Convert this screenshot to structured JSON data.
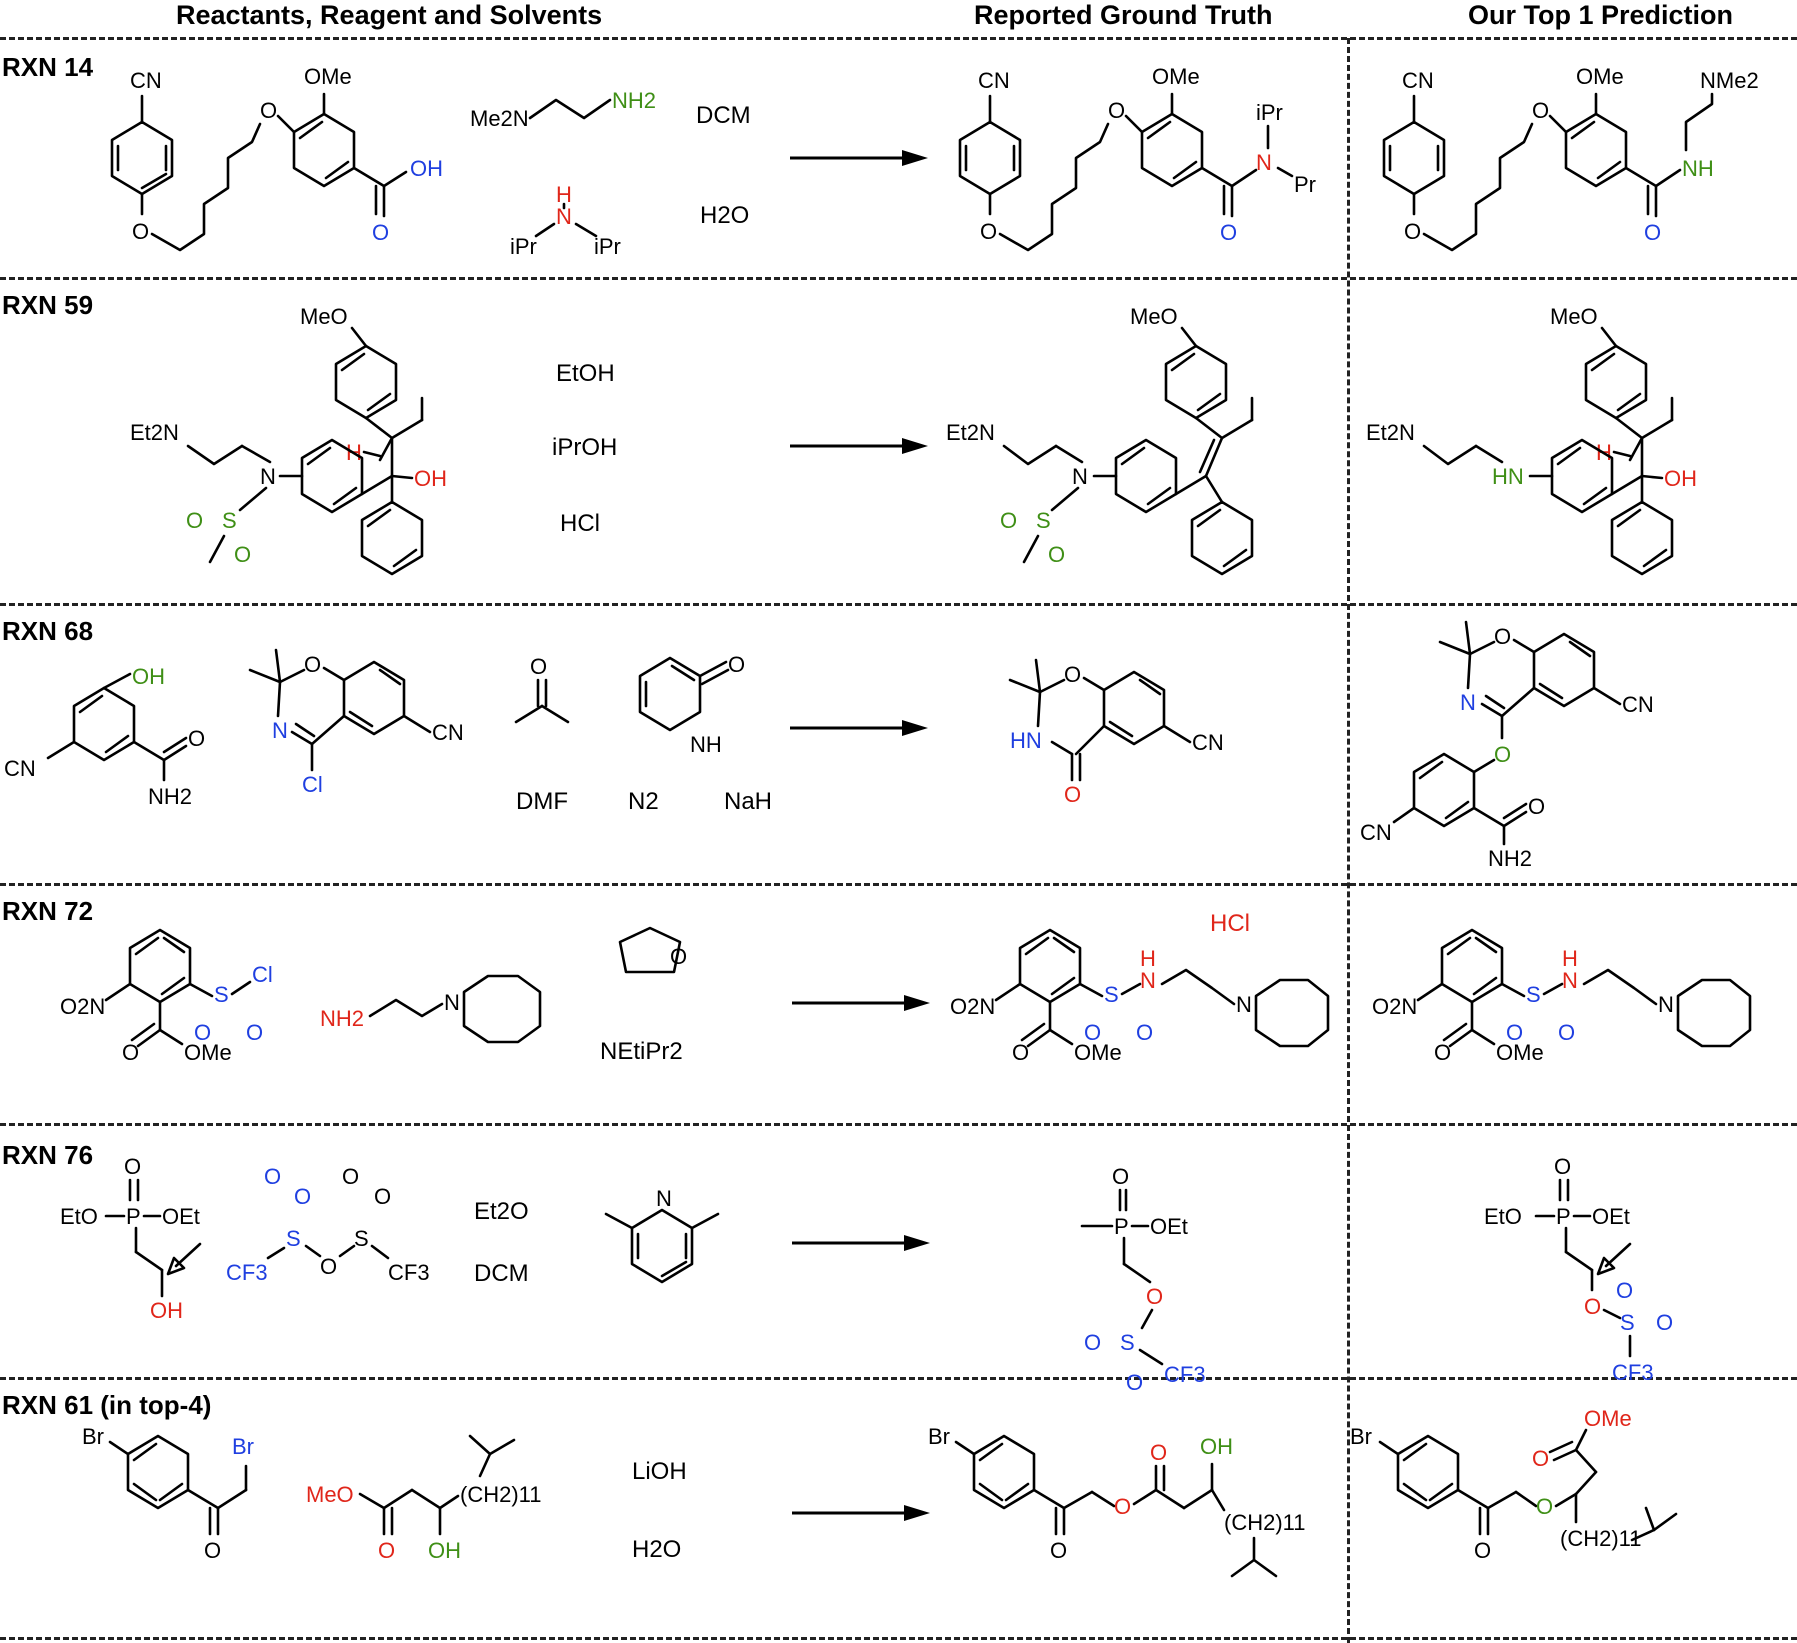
{
  "headers": {
    "reactants": "Reactants, Reagent and Solvents",
    "ground_truth": "Reported Ground Truth",
    "prediction": "Our Top 1 Prediction"
  },
  "rows": [
    {
      "label": "RXN 14",
      "reagents": [
        "DCM",
        "H2O"
      ]
    },
    {
      "label": "RXN 59",
      "reagents": [
        "EtOH",
        "iPrOH",
        "HCl"
      ]
    },
    {
      "label": "RXN 68",
      "reagents": [
        "DMF",
        "N2",
        "NaH"
      ]
    },
    {
      "label": "RXN 72",
      "reagents": [
        "NEtiPr2"
      ],
      "gt_extra": "HCl"
    },
    {
      "label": "RXN 76",
      "reagents": [
        "Et2O",
        "DCM"
      ]
    },
    {
      "label": "RXN 61 (in top-4)",
      "reagents": [
        "LiOH",
        "H2O"
      ]
    }
  ],
  "groups": {
    "cn": "CN",
    "ome": "OMe",
    "meo": "MeO",
    "oh": "OH",
    "o": "O",
    "n": "N",
    "nh": "NH",
    "hn": "HN",
    "h": "H",
    "nh2": "NH2",
    "me2n": "Me2N",
    "nme2": "NMe2",
    "et2n": "Et2N",
    "ipr": "iPr",
    "pr": "Pr",
    "s": "S",
    "p": "P",
    "cl": "Cl",
    "br": "Br",
    "cf3": "CF3",
    "eto": "EtO",
    "oet": "OEt",
    "o2n": "O2N",
    "ch2_11": "(CH2)11"
  },
  "colors": {
    "blue": "#1f3fe0",
    "red": "#e0261a",
    "green": "#3f8f16",
    "arrow_pink": "#c760b8"
  }
}
